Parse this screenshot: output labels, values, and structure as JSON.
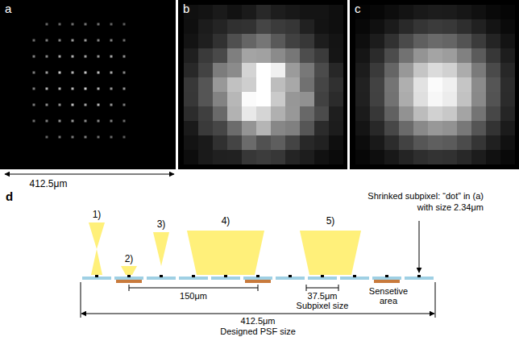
{
  "diagram": {
    "labels": [
      "a",
      "b",
      "c",
      "412.5μm",
      "d",
      "1)",
      "2)",
      "3)",
      "4)",
      "5)",
      "Shrinked subpixel: “dot” in (a)",
      "with size 2.34μm",
      "150μm",
      "37.5μm",
      "Subpixel size",
      "Sensetive area",
      "412.5μm",
      "Designed PSF size"
    ]
  }
}
